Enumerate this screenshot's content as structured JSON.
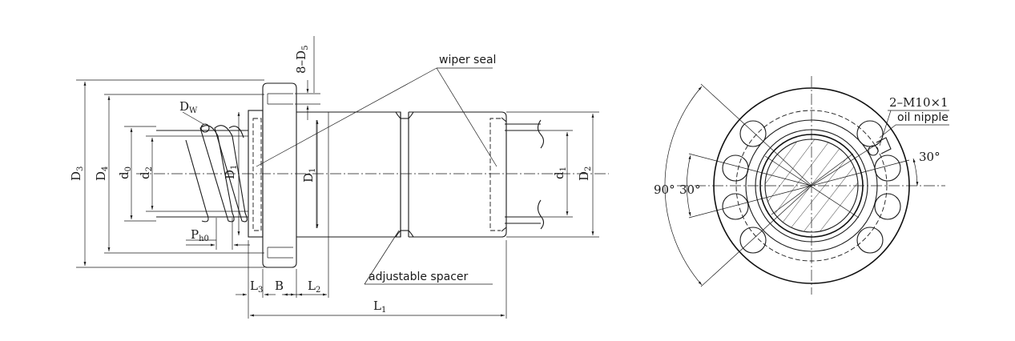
{
  "labels": {
    "wiper_seal": "wiper seal",
    "adjustable_spacer": "adjustable spacer",
    "oil_nipple": "oil nipple",
    "thread_spec": "2–M10×1"
  },
  "dimensions": {
    "D3": {
      "main": "D",
      "sub": "3"
    },
    "D4": {
      "main": "D",
      "sub": "4"
    },
    "d0": {
      "main": "d",
      "sub": "0"
    },
    "d2": {
      "main": "d",
      "sub": "2"
    },
    "D1_left": {
      "main": "D",
      "sub": "1"
    },
    "D1_mid": {
      "main": "D",
      "sub": "1"
    },
    "d1": {
      "main": "d",
      "sub": "1"
    },
    "D2": {
      "main": "D",
      "sub": "2"
    },
    "Dw": {
      "main": "D",
      "sub": "W"
    },
    "Ph0": {
      "main": "P",
      "sub": "h0"
    },
    "L3": {
      "main": "L",
      "sub": "3"
    },
    "B": {
      "main": "B",
      "sub": ""
    },
    "L2": {
      "main": "L",
      "sub": "2"
    },
    "L1": {
      "main": "L",
      "sub": "1"
    },
    "holes": {
      "main": "8–D",
      "sub": "5"
    }
  },
  "angles": {
    "a90": "90°",
    "a30_left": "30°",
    "a30_right": "30°"
  }
}
